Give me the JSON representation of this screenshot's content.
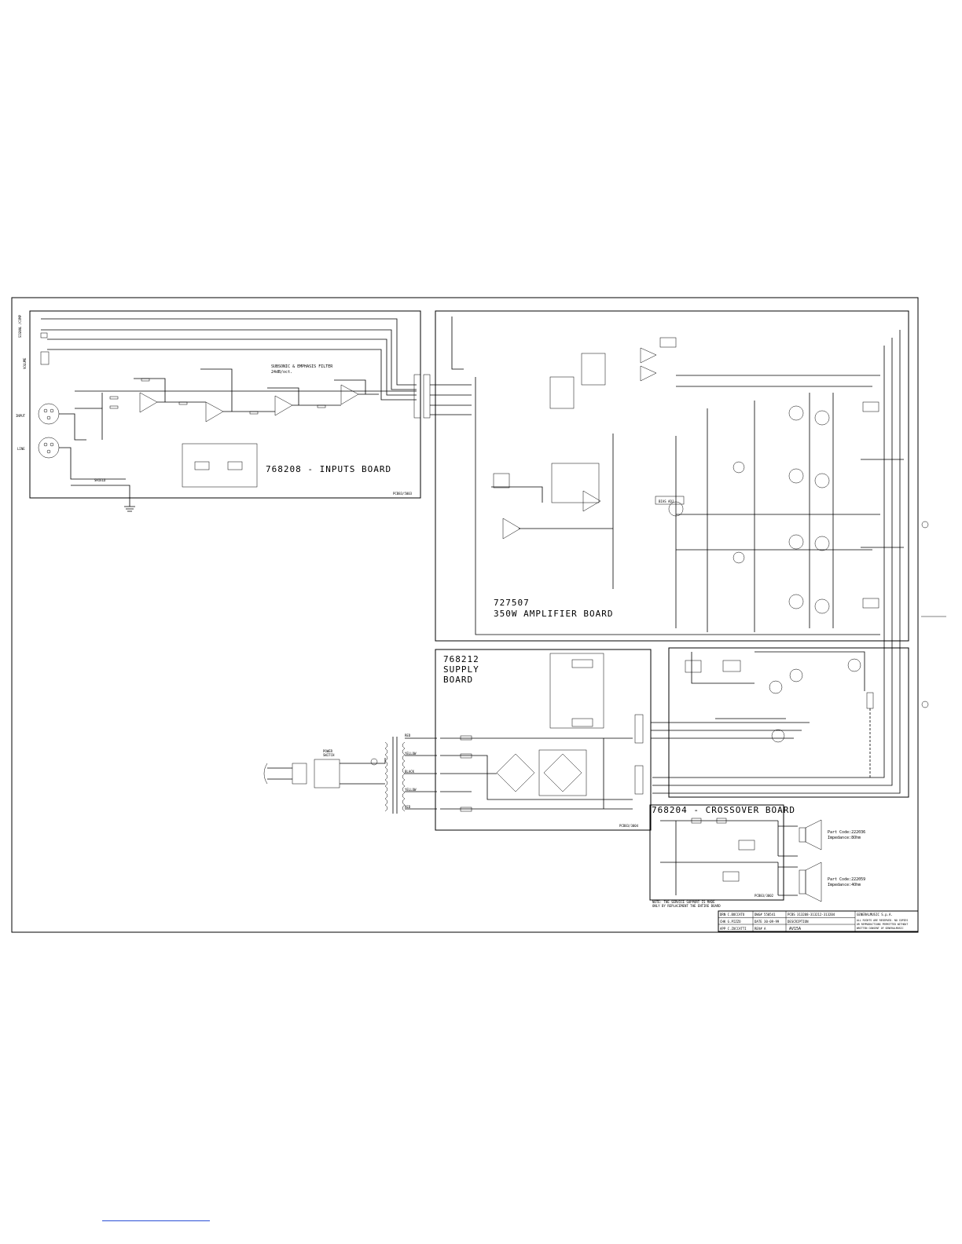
{
  "boards": {
    "inputs": {
      "title": "768208 - INPUTS BOARD",
      "filter_label_1": "SUBSONIC & EMPHASIS FILTER",
      "filter_label_2": "24dB/oct.",
      "pcb_code": "PCB83/5003"
    },
    "amplifier": {
      "title_1": "727507",
      "title_2": "350W AMPLIFIER BOARD",
      "bias_label": "BIAS ADJ"
    },
    "supply": {
      "title_1": "768212",
      "title_2": "SUPPLY",
      "title_3": "BOARD",
      "pcb_code": "PCB83/3004"
    },
    "crossover": {
      "title": "768204 - CROSSOVER BOARD",
      "pcb_code": "PCB83/3002"
    }
  },
  "left_labels": {
    "signal": "SIGNAL /COMP",
    "volume": "VOLUME",
    "input": "INPUT",
    "line": "LINE",
    "shield": "SHIELD"
  },
  "mains": {
    "power_switch_1": "POWER",
    "power_switch_2": "SWITCH",
    "wire_colors": [
      "RED",
      "YELLOW",
      "BLACK",
      "YELLOW",
      "RED"
    ]
  },
  "speakers": {
    "hf_part": "Part Code:222036",
    "hf_imp": "Impedance:8Ohm",
    "lf_part": "Part Code:222059",
    "lf_imp": "Impedance:4Ohm"
  },
  "note": {
    "line1": "NOTE: THE SERVICE SUPPORT IS MADE",
    "line2": "ONLY BY REPLACEMENT THE ENTIRE BOARD"
  },
  "title_block": {
    "drn": "DRN  C.BOCCATO",
    "chk": "CHK  G.PIZZO",
    "app": "APP  C.ZUCCATTI",
    "dwg": "DWG# 550541",
    "date": "DATE 30-09-99",
    "rev": "REV# A",
    "pcbs": "PCBS 313208-313212-313204",
    "description_label": "DESCRIPTION",
    "description": "AV15A",
    "company": "GENERALMUSIC S.p.A.",
    "rights_1": "ALL RIGHTS ARE RESERVED. NO COPIES",
    "rights_2": "OR REPRODUCTIONS PERMITTED WITHOUT",
    "rights_3": "WRITTEN CONSENT OF GENERALMUSIC"
  },
  "colors": {
    "ink": "#000000",
    "link": "#2a4fd6",
    "paper": "#ffffff"
  }
}
